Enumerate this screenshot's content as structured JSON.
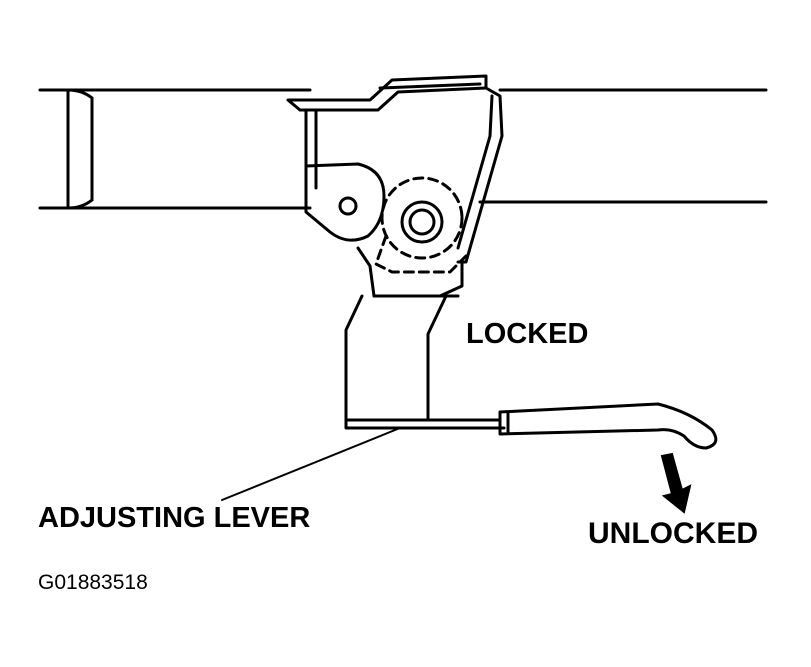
{
  "labels": {
    "locked": "LOCKED",
    "adjusting_lever": "ADJUSTING LEVER",
    "unlocked": "UNLOCKED",
    "figure_id": "G01883518"
  },
  "colors": {
    "ink": "#000000",
    "paper": "#ffffff"
  }
}
